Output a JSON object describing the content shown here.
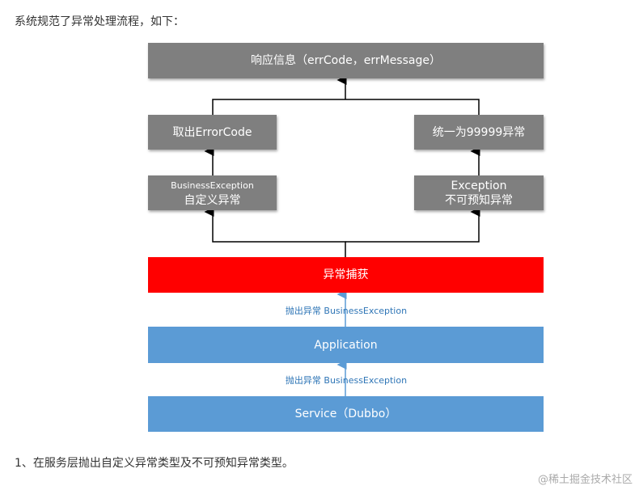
{
  "intro": "系统规范了异常处理流程，如下：",
  "diagram": {
    "response": "响应信息（errCode，errMessage）",
    "extract": "取出ErrorCode",
    "unify": "统一为99999异常",
    "business_en": "BusinessException",
    "business_cn": "自定义异常",
    "exception_en": "Exception",
    "exception_cn": "不可预知异常",
    "catch": "异常捕获",
    "throw1": "抛出异常 BusinessException",
    "application": "Application",
    "throw2": "抛出异常 BusinessException",
    "service": "Service（Dubbo）",
    "colors": {
      "gray": "#7f7f7f",
      "red": "#ff0000",
      "blue": "#5b9bd5",
      "label": "#2e75b6"
    }
  },
  "step1": "1、在服务层抛出自定义异常类型及不可预知异常类型。",
  "watermark": "@稀土掘金技术社区"
}
